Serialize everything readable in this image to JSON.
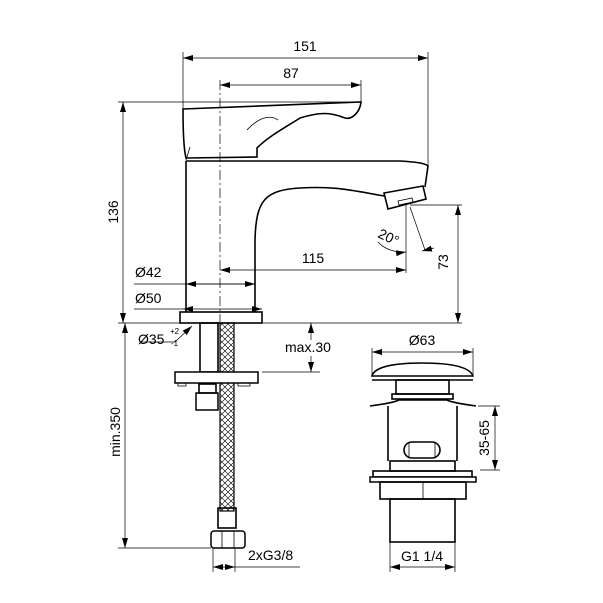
{
  "drawing": {
    "faucet": {
      "overall_length": "151",
      "handle_length": "87",
      "overall_height": "136",
      "spout_reach": "115",
      "spout_height": "73",
      "aerator_angle": "20°",
      "diameter_body": "Ø42",
      "diameter_base": "Ø50",
      "hole_diameter": "Ø35",
      "hole_tol_plus": "+2",
      "hole_tol_minus": "-1",
      "max_deck_thickness": "max.30",
      "hose_length": "min.350",
      "connection": "2xG3/8"
    },
    "drain": {
      "cap_diameter": "Ø63",
      "adjust_range": "35-65",
      "thread": "G1 1/4"
    }
  }
}
